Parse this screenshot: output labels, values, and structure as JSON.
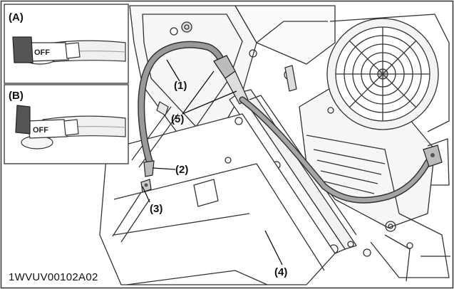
{
  "insets": [
    {
      "label": "(A)",
      "switch_text": "OFF"
    },
    {
      "label": "(B)",
      "switch_text": "OFF"
    }
  ],
  "callouts": {
    "c1": "(1)",
    "c2": "(2)",
    "c3": "(3)",
    "c4": "(4)",
    "c5": "(5)"
  },
  "figure_code": "1WVUV00102A02"
}
